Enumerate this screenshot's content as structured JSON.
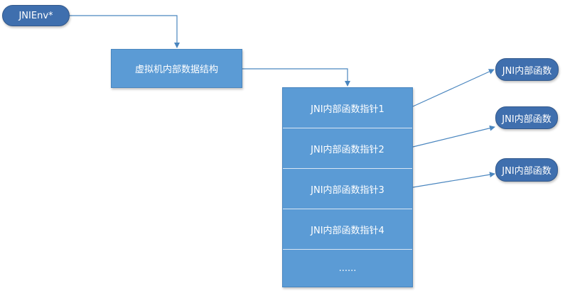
{
  "nodes": {
    "env": "JNIEnv*",
    "vm_struct": "虚拟机内部数据结构"
  },
  "pointer_table": {
    "rows": [
      "JNI内部函数指针1",
      "JNI内部函数指针2",
      "JNI内部函数指针3",
      "JNI内部函数指针4",
      "......"
    ]
  },
  "functions": [
    "JNI内部函数",
    "JNI内部函数",
    "JNI内部函数"
  ],
  "colors": {
    "pill_fill": "#3f6fae",
    "box_fill": "#5b9bd5",
    "connector": "#4a86bf"
  }
}
